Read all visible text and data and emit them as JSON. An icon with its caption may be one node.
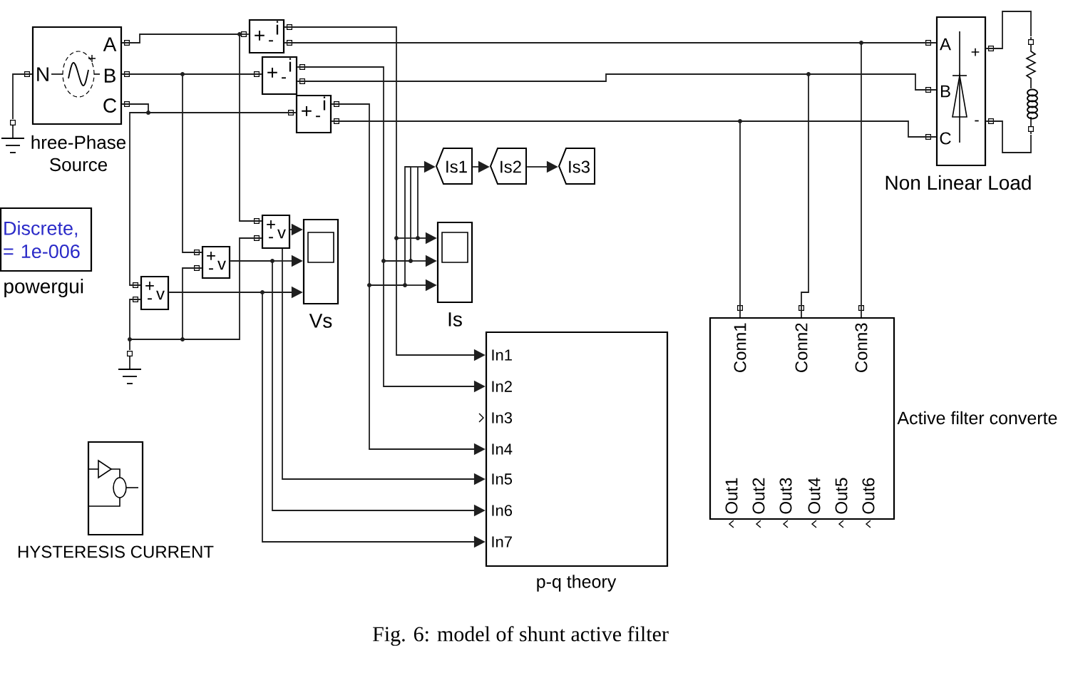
{
  "diagram": {
    "caption": "Fig. 6: model of shunt active filter",
    "nodes": [
      {
        "text": [
          "N",
          "A",
          "B",
          "C"
        ],
        "beside": [
          "hree-Phase Source"
        ]
      },
      {
        "text": [
          "Discrete, = 1e-006"
        ],
        "beside": [
          "powergui"
        ]
      },
      {
        "text": [
          "+",
          "-",
          "i"
        ]
      },
      {
        "text": [
          "+",
          "-",
          "i"
        ]
      },
      {
        "text": [
          "+",
          "-",
          "i"
        ]
      },
      {
        "text": [
          "+",
          "-",
          "v"
        ]
      },
      {
        "text": [
          "+",
          "-",
          "v"
        ]
      },
      {
        "text": [
          "+",
          "-",
          "v"
        ]
      },
      {
        "text": [],
        "shape": "box",
        "beside": [
          "Vs"
        ]
      },
      {
        "text": [],
        "shape": "box",
        "beside": [
          "Is"
        ]
      },
      {
        "text": [
          "Is1"
        ]
      },
      {
        "text": [
          "Is2"
        ]
      },
      {
        "text": [
          "Is3"
        ]
      },
      {
        "text": [
          "In1",
          "In2",
          "In3",
          "In4",
          "In5",
          "In6",
          "In7"
        ],
        "beside": [
          "p-q theory"
        ]
      },
      {
        "text": [
          "Conn1",
          "Conn2",
          "Conn3",
          "Out1",
          "Out2",
          "Out3",
          "Out4",
          "Out5",
          "Out6"
        ],
        "beside": [
          "Active filter converte"
        ]
      },
      {
        "text": [
          "A",
          "B",
          "C",
          "+",
          "-"
        ],
        "beside": [
          "Non Linear Load"
        ]
      },
      {
        "text": [],
        "shape": "picture"
      },
      {
        "text": [],
        "shape": "picture"
      },
      {
        "text": [],
        "shape": "picture"
      },
      {
        "text": [],
        "shape": "box",
        "beside": [
          "HYSTERESIS CURRENT"
        ]
      }
    ],
    "edges": [
      {
        "from": 0,
        "to": 2,
        "arrow": "none"
      },
      {
        "from": 0,
        "to": 3,
        "arrow": "none"
      },
      {
        "from": 0,
        "to": 4,
        "arrow": "none"
      },
      {
        "from": 2,
        "to": 15,
        "arrow": "none"
      },
      {
        "from": 3,
        "to": 15,
        "arrow": "none"
      },
      {
        "from": 4,
        "to": 15,
        "arrow": "none"
      },
      {
        "from": 0,
        "to": 17,
        "arrow": "none"
      },
      {
        "from": 0,
        "to": 5,
        "arrow": "none"
      },
      {
        "from": 0,
        "to": 6,
        "arrow": "none"
      },
      {
        "from": 0,
        "to": 7,
        "arrow": "none"
      },
      {
        "from": 5,
        "to": 18,
        "arrow": "none"
      },
      {
        "from": 6,
        "to": 18,
        "arrow": "none"
      },
      {
        "from": 7,
        "to": 18,
        "arrow": "none"
      },
      {
        "from": 5,
        "to": 8,
        "arrow": "to"
      },
      {
        "from": 6,
        "to": 8,
        "arrow": "to"
      },
      {
        "from": 7,
        "to": 8,
        "arrow": "to"
      },
      {
        "from": 2,
        "to": 9,
        "arrow": "to"
      },
      {
        "from": 3,
        "to": 9,
        "arrow": "to"
      },
      {
        "from": 4,
        "to": 9,
        "arrow": "to"
      },
      {
        "from": 2,
        "to": 10,
        "arrow": "to"
      },
      {
        "from": 3,
        "to": 10,
        "arrow": "to"
      },
      {
        "from": 4,
        "to": 10,
        "arrow": "to"
      },
      {
        "from": 10,
        "to": 11,
        "arrow": "to"
      },
      {
        "from": 11,
        "to": 12,
        "arrow": "to"
      },
      {
        "from": 2,
        "to": 13,
        "arrow": "to"
      },
      {
        "from": 3,
        "to": 13,
        "arrow": "to"
      },
      {
        "from": 4,
        "to": 13,
        "arrow": "to"
      },
      {
        "from": 5,
        "to": 13,
        "arrow": "to"
      },
      {
        "from": 6,
        "to": 13,
        "arrow": "to"
      },
      {
        "from": 7,
        "to": 13,
        "arrow": "to"
      },
      {
        "from": 2,
        "to": 14,
        "arrow": "none"
      },
      {
        "from": 3,
        "to": 14,
        "arrow": "none"
      },
      {
        "from": 4,
        "to": 14,
        "arrow": "none"
      },
      {
        "from": 15,
        "to": 16,
        "arrow": "none"
      },
      {
        "from": 16,
        "to": 15,
        "arrow": "none"
      }
    ]
  }
}
